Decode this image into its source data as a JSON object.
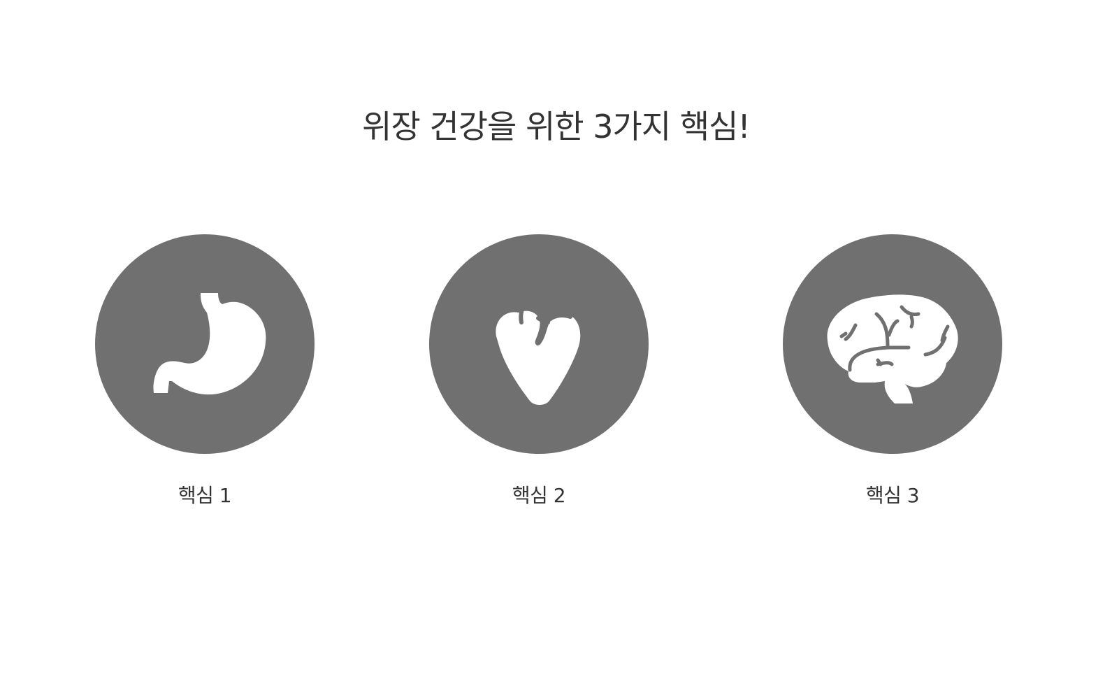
{
  "title": "위장 건강을 위한 3가지 핵심!",
  "colors": {
    "circle": "#707070",
    "icon": "#ffffff",
    "text": "#333333",
    "background": "#ffffff"
  },
  "cards": [
    {
      "label": "핵심 1",
      "icon": "stomach-icon"
    },
    {
      "label": "핵심 2",
      "icon": "heart-icon"
    },
    {
      "label": "핵심 3",
      "icon": "brain-icon"
    }
  ]
}
